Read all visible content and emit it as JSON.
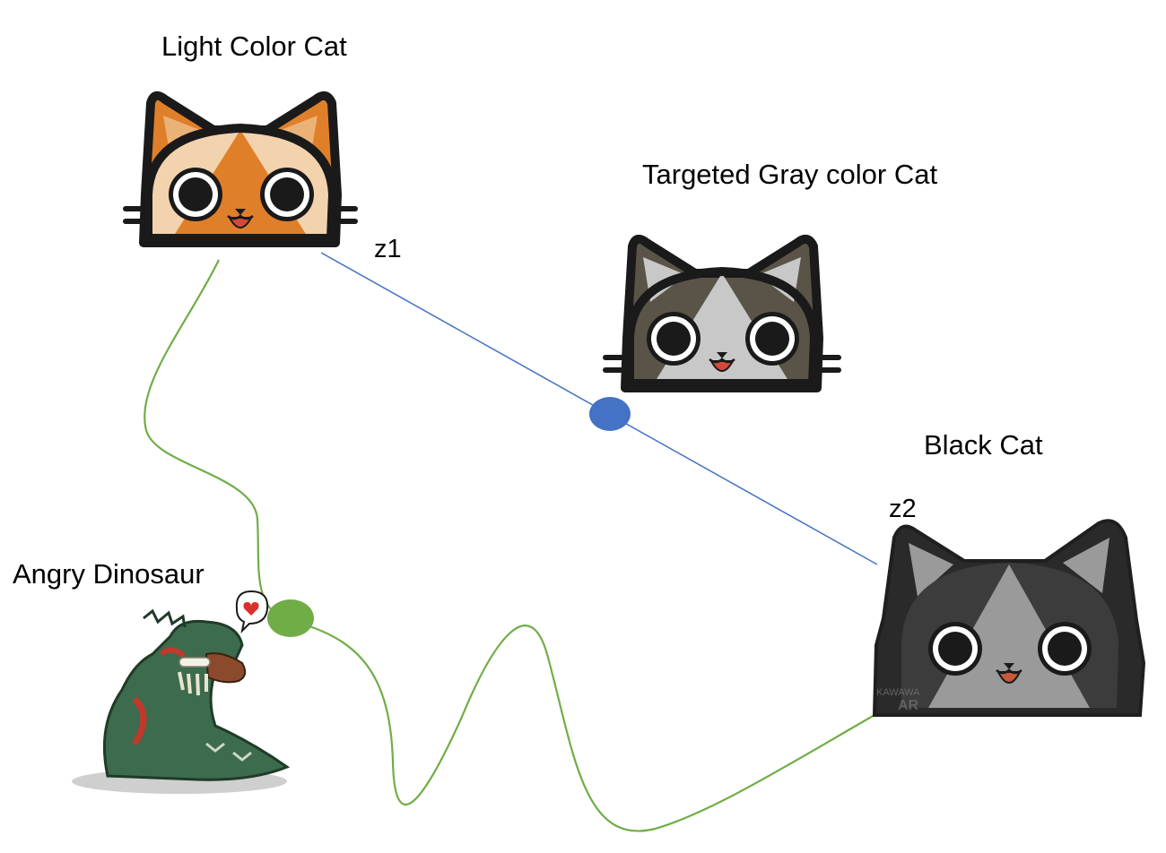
{
  "labels": {
    "light_cat": "Light Color Cat",
    "gray_cat": "Targeted Gray color Cat",
    "black_cat": "Black Cat",
    "dinosaur": "Angry Dinosaur",
    "z1": "z1",
    "z2": "z2"
  },
  "watermark": "KAWAWA AR",
  "colors": {
    "straight_path": "#4472c4",
    "curved_path": "#70ad47",
    "light_cat_fill": "#e07f2a",
    "light_cat_face": "#f2d3ad",
    "gray_cat_fill": "#5a5448",
    "gray_cat_face": "#c8c8c8",
    "black_cat_fill": "#3c3c3c",
    "black_cat_face": "#9a9a9a",
    "dino_fill": "#3d6b4d",
    "outline": "#1a1a1a"
  },
  "icons": {
    "light_cat": "cat-face-icon",
    "gray_cat": "cat-face-icon",
    "black_cat": "cat-face-icon",
    "dinosaur": "dinosaur-icon",
    "speech": "heart-speech-bubble-icon"
  }
}
